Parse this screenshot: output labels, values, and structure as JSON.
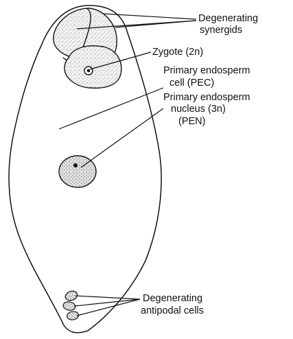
{
  "labels": {
    "synergids": [
      "Degenerating",
      "synergids"
    ],
    "zygote": [
      "Zygote (2n)"
    ],
    "pec": [
      "Primary endosperm",
      "cell (PEC)"
    ],
    "pen": [
      "Primary endosperm",
      "nucleus (3n)",
      "(PEN)"
    ],
    "antipodals": [
      "Degenerating",
      "antipodal cells"
    ]
  },
  "colors": {
    "outline": "#111111",
    "stipple": "#555555",
    "cell_fill": "#f1f1f1",
    "background": "#ffffff"
  }
}
